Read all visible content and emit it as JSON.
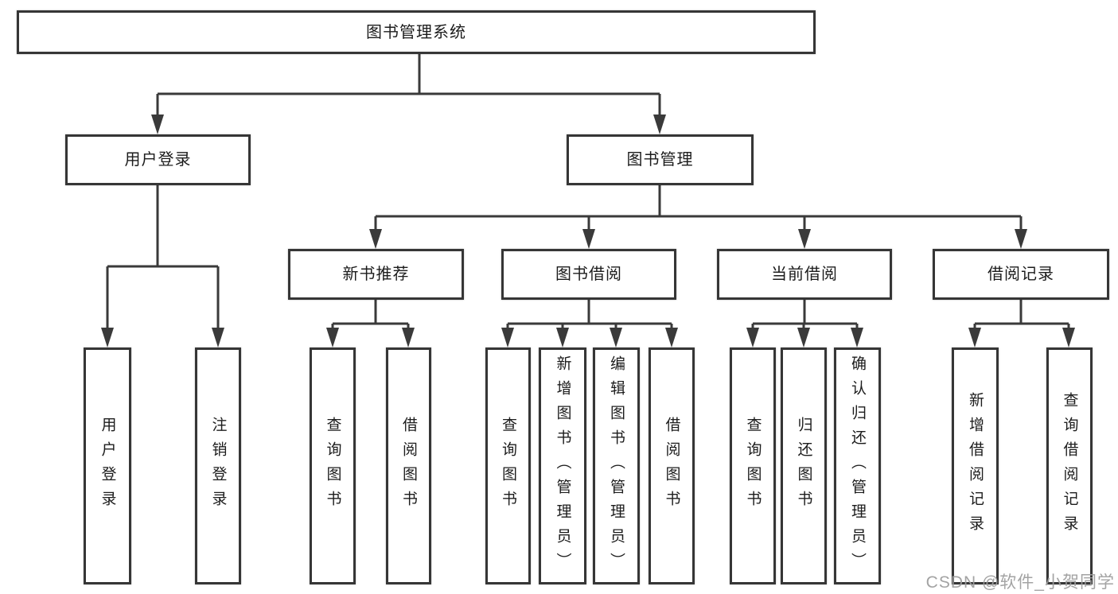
{
  "diagram": {
    "type": "hierarchy-flowchart",
    "root": {
      "id": "library-management-system",
      "label": "图书管理系统"
    },
    "level2": [
      {
        "id": "user-login",
        "label": "用户登录",
        "parent": "图书管理系统"
      },
      {
        "id": "book-management",
        "label": "图书管理",
        "parent": "图书管理系统"
      }
    ],
    "level3": [
      {
        "id": "new-book-recommendation",
        "label": "新书推荐",
        "parent": "图书管理"
      },
      {
        "id": "book-borrowing",
        "label": "图书借阅",
        "parent": "图书管理"
      },
      {
        "id": "current-borrowing",
        "label": "当前借阅",
        "parent": "图书管理"
      },
      {
        "id": "borrowing-records",
        "label": "借阅记录",
        "parent": "图书管理"
      }
    ],
    "leaves": [
      {
        "id": "user-login-leaf",
        "label": "用户登录",
        "parent": "用户登录"
      },
      {
        "id": "logout",
        "label": "注销登录",
        "parent": "用户登录"
      },
      {
        "id": "recommend-search-books",
        "label": "查询图书",
        "parent": "新书推荐"
      },
      {
        "id": "recommend-borrow-books",
        "label": "借阅图书",
        "parent": "新书推荐"
      },
      {
        "id": "borrow-search-books",
        "label": "查询图书",
        "parent": "图书借阅"
      },
      {
        "id": "borrow-add-books-admin",
        "label": "新增图书（管理员）",
        "parent": "图书借阅"
      },
      {
        "id": "borrow-edit-books-admin",
        "label": "编辑图书（管理员）",
        "parent": "图书借阅"
      },
      {
        "id": "borrow-borrow-books",
        "label": "借阅图书",
        "parent": "图书借阅"
      },
      {
        "id": "current-search-books",
        "label": "查询图书",
        "parent": "当前借阅"
      },
      {
        "id": "current-return-books",
        "label": "归还图书",
        "parent": "当前借阅"
      },
      {
        "id": "current-confirm-return-admin",
        "label": "确认归还（管理员）",
        "parent": "当前借阅"
      },
      {
        "id": "records-add-record",
        "label": "新增借阅记录",
        "parent": "借阅记录"
      },
      {
        "id": "records-search-record",
        "label": "查询借阅记录",
        "parent": "借阅记录"
      }
    ],
    "colors": {
      "line": "#3a3a3a",
      "box_border": "#363636",
      "box_fill": "#ffffff",
      "text": "#1c1c1c",
      "watermark": "#9e9e9e"
    }
  },
  "watermark": {
    "text": "CSDN @软件_小贺同学"
  }
}
